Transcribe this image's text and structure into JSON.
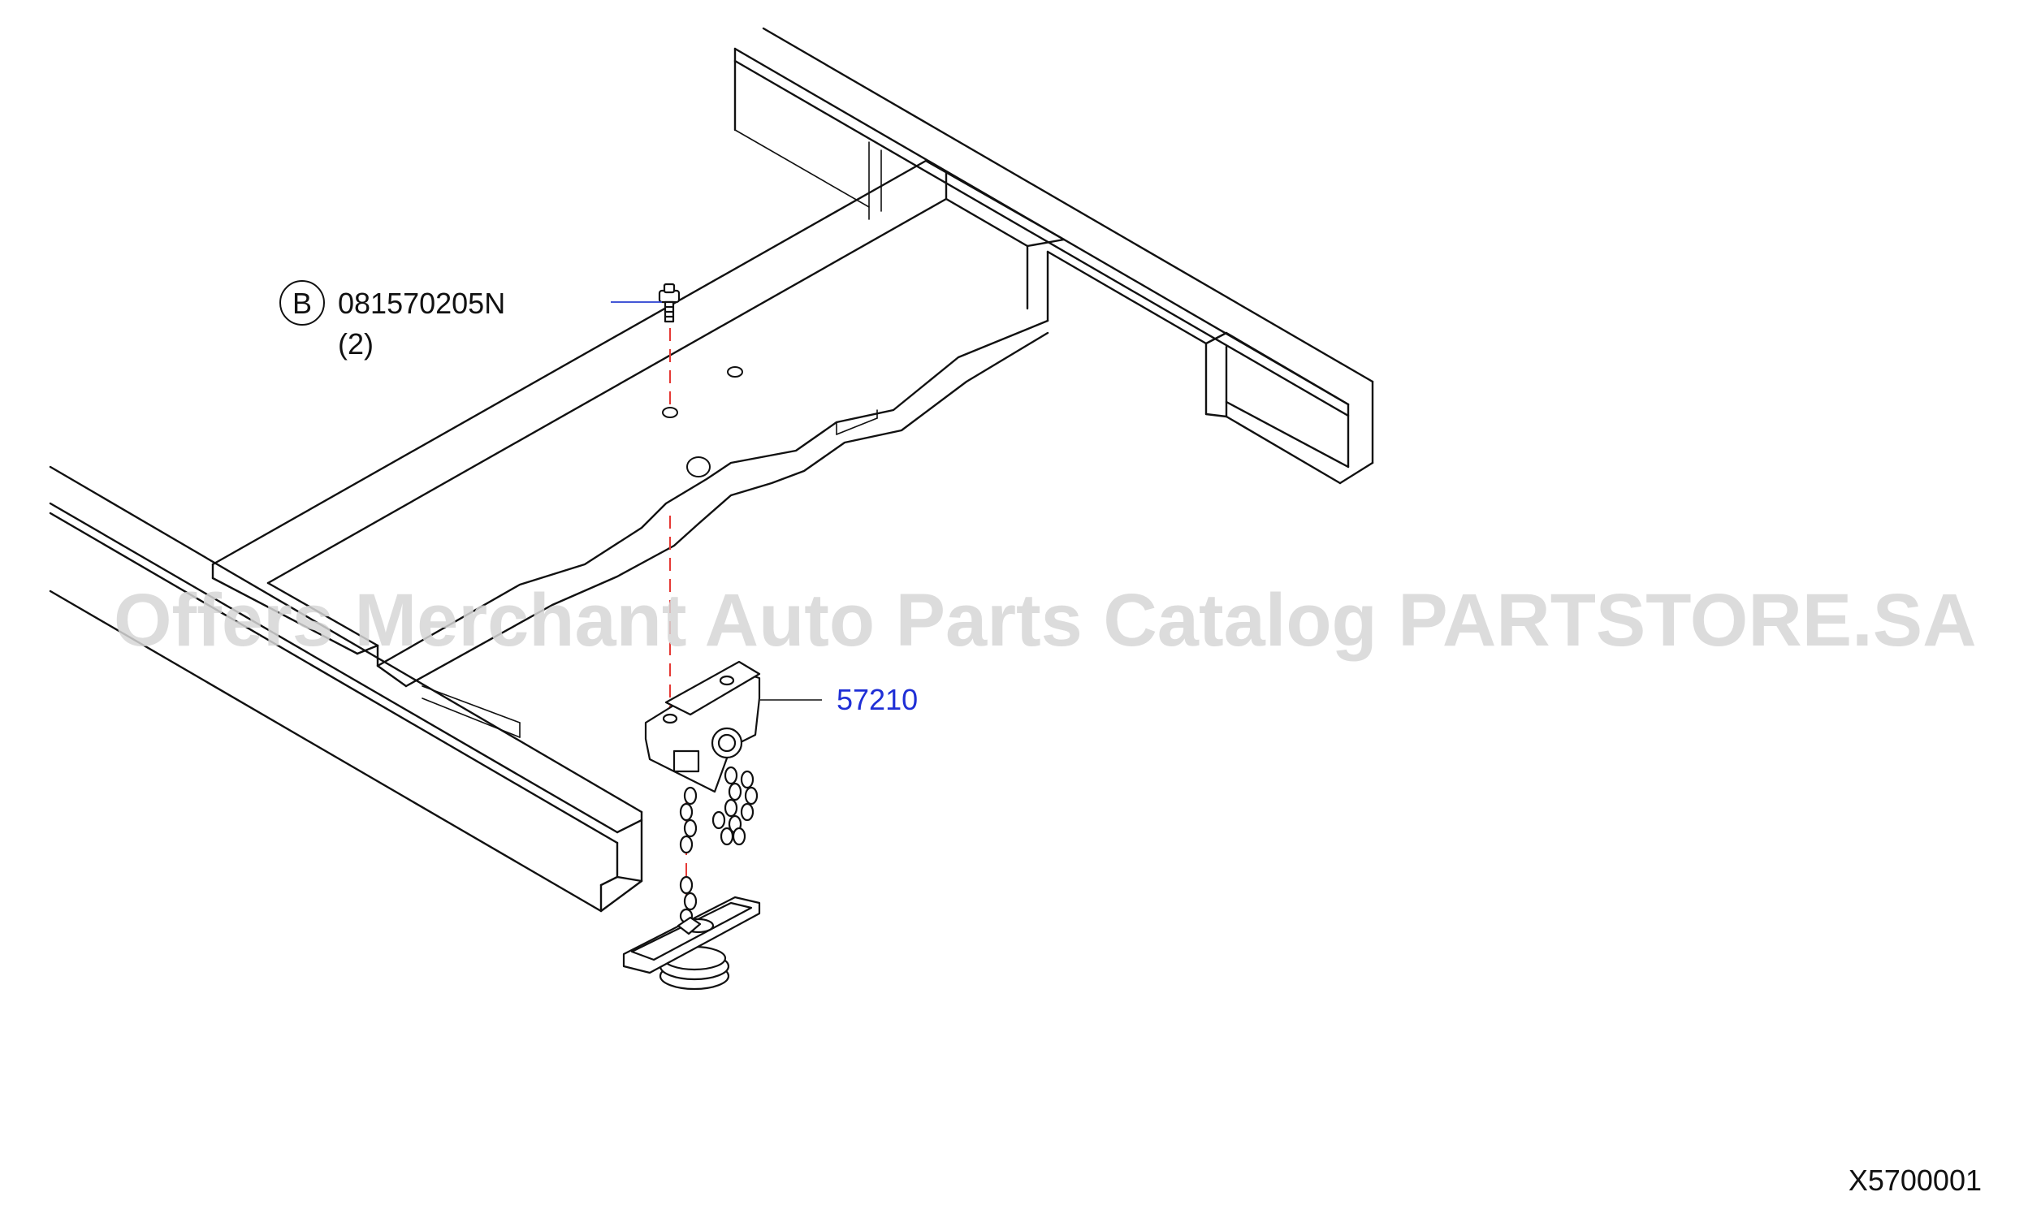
{
  "callouts": [
    {
      "symbol": "B",
      "part_number": "081570205N",
      "quantity": "(2)",
      "color": "#111111"
    },
    {
      "part_number": "57210",
      "color": "#1f2fd6"
    }
  ],
  "diagram_code": "X5700001",
  "watermark": "Offers Merchant Auto Parts Catalog PARTSTORE.SA",
  "colors": {
    "lines": "#111111",
    "dashed_axis": "#e53935",
    "leader_blue": "#2a3fd1",
    "watermark": "#d6d6d6"
  }
}
